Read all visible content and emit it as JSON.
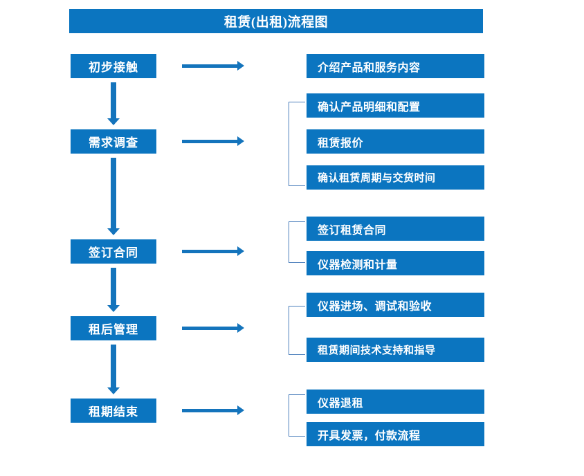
{
  "title": "租赁(出租)流程图",
  "theme": {
    "box_fill": "#0B75C0",
    "box_text": "#FFFFFF",
    "arrow": "#1474BC",
    "bracket": "#4A7EBB",
    "background": "#FFFFFF"
  },
  "stages": [
    {
      "label": "初步接触"
    },
    {
      "label": "需求调查"
    },
    {
      "label": "签订合同"
    },
    {
      "label": "租后管理"
    },
    {
      "label": "租期结束"
    }
  ],
  "details": [
    {
      "label": "介绍产品和服务内容"
    },
    {
      "label": "确认产品明细和配置"
    },
    {
      "label": "租赁报价"
    },
    {
      "label": "确认租赁周期与交货时间"
    },
    {
      "label": "签订租赁合同"
    },
    {
      "label": "仪器检测和计量"
    },
    {
      "label": "仪器进场、调试和验收"
    },
    {
      "label": "租赁期间技术支持和指导"
    },
    {
      "label": "仪器退租"
    },
    {
      "label": "开具发票，付款流程"
    }
  ],
  "groups": [
    {
      "stage": "初步接触",
      "items": [
        "介绍产品和服务内容"
      ]
    },
    {
      "stage": "需求调查",
      "items": [
        "确认产品明细和配置",
        "租赁报价",
        "确认租赁周期与交货时间"
      ]
    },
    {
      "stage": "签订合同",
      "items": [
        "签订租赁合同",
        "仪器检测和计量"
      ]
    },
    {
      "stage": "租后管理",
      "items": [
        "仪器进场、调试和验收",
        "租赁期间技术支持和指导"
      ]
    },
    {
      "stage": "租期结束",
      "items": [
        "仪器退租",
        "开具发票，付款流程"
      ]
    }
  ]
}
